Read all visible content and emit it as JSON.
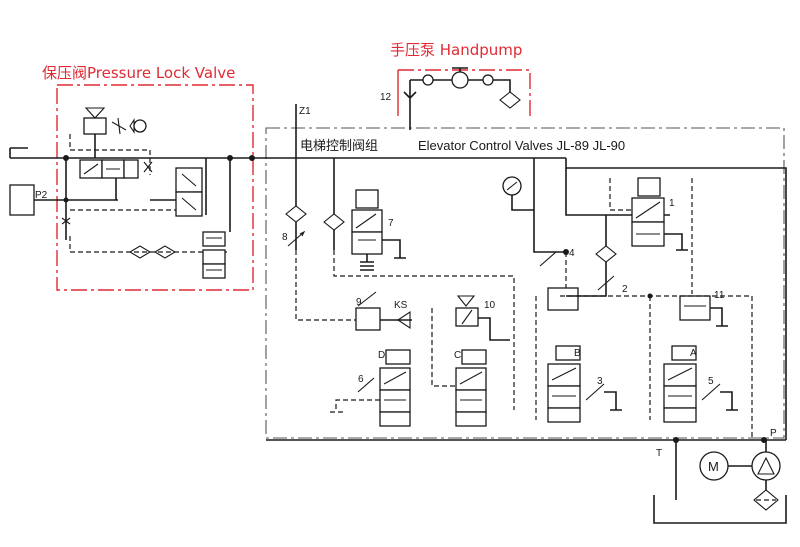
{
  "titles": {
    "pressure_lock": "保压阀Pressure Lock Valve",
    "handpump": "手压泵 Handpump",
    "group_cn": "电梯控制阀组",
    "group_en": "Elevator Control Valves  JL-89   JL-90"
  },
  "ports": {
    "z1": "Z1",
    "p2": "P2",
    "t": "T",
    "p": "P"
  },
  "valve_numbers": {
    "v1": "1",
    "v2": "2",
    "v3": "3",
    "v4": "4",
    "v5": "5",
    "v6": "6",
    "v7": "7",
    "v8": "8",
    "v9": "9",
    "v10": "10",
    "v11": "11",
    "v12": "12",
    "ks": "KS"
  },
  "solenoids": {
    "a": "A",
    "b": "B",
    "c": "C",
    "d": "D"
  },
  "motor": "M",
  "colors": {
    "line": "#1a1a1a",
    "highlight": "#e02a35",
    "background": "#ffffff"
  }
}
